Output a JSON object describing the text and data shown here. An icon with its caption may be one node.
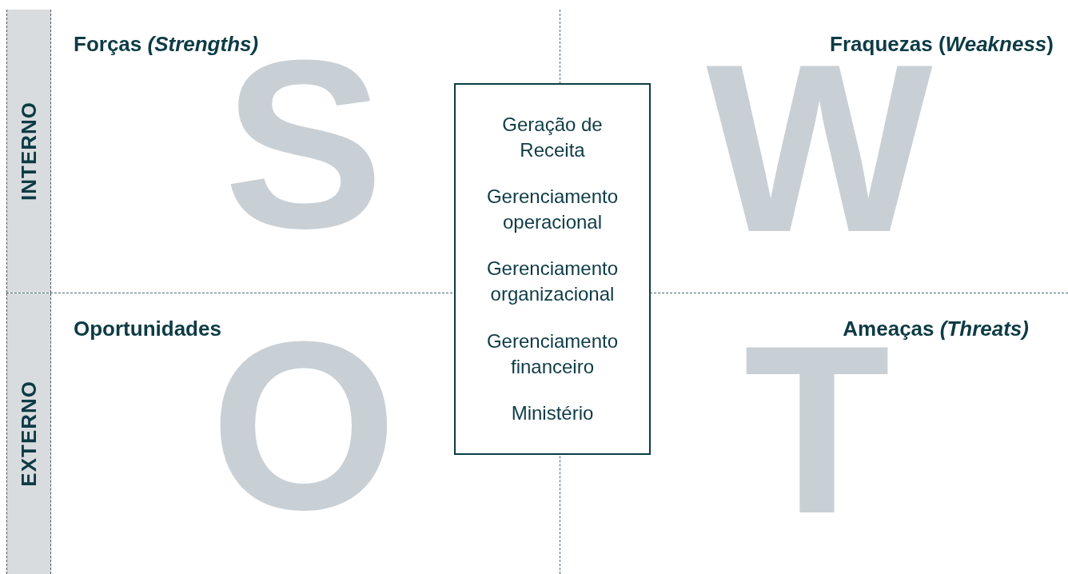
{
  "diagram": {
    "nodes": [
      {
        "text": [
          "INTERNO"
        ]
      },
      {
        "text": [
          "EXTERNO"
        ]
      },
      {
        "text": [
          "Forças *(Strengths)*",
          "S"
        ]
      },
      {
        "text": [
          "Fraquezas (*Weakness*)",
          "W"
        ]
      },
      {
        "text": [
          "Oportunidades",
          "O"
        ]
      },
      {
        "text": [
          "Ameaças *(Threats)*",
          "T"
        ]
      },
      {
        "text": [
          "Geração de Receita",
          "Gerenciamento operacional",
          "Gerenciamento organizacional",
          "Gerenciamento financeiro",
          "Ministério"
        ]
      }
    ],
    "edges": []
  }
}
